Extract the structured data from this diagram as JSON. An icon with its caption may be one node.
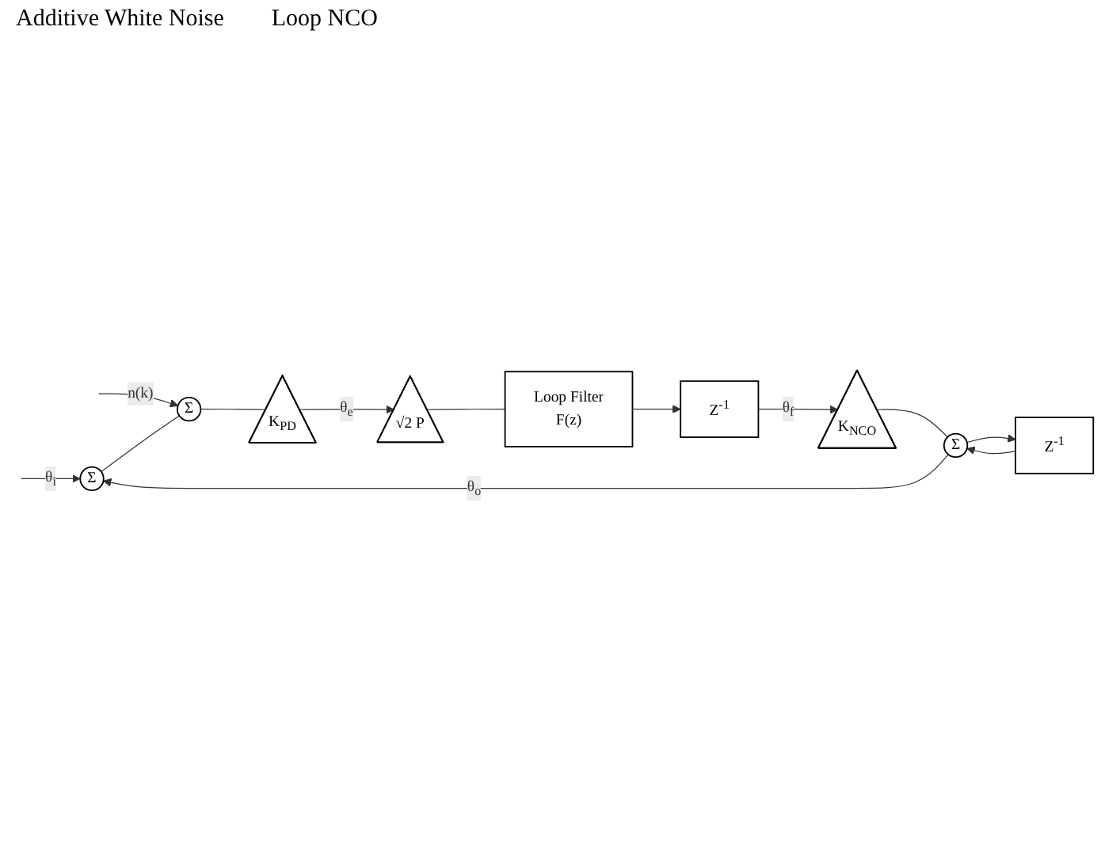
{
  "diagram": {
    "nodes": [
      {
        "text": [
          "Σ"
        ]
      },
      {
        "text": [
          "Σ"
        ]
      },
      {
        "text": [
          "K$_{PD}$"
        ]
      },
      {
        "text": [
          "√2 P"
        ]
      },
      {
        "text": [
          "Loop Filter",
          "F(z)"
        ]
      },
      {
        "text": [
          "Z$^{-1}$"
        ]
      },
      {
        "text": [
          "K$_{NCO}$"
        ]
      },
      {
        "text": [
          "Σ"
        ]
      },
      {
        "text": [
          "Z$^{-1}$"
        ]
      }
    ],
    "edges": [
      {
        "from": null,
        "to": 0,
        "arrow": "to",
        "label": "θ$_{i}$"
      },
      {
        "from": null,
        "to": 1,
        "arrow": "to",
        "label": "n(k)"
      },
      {
        "from": 0,
        "to": 1,
        "arrow": "none"
      },
      {
        "from": 1,
        "to": 2,
        "arrow": "none"
      },
      {
        "from": 2,
        "to": 3,
        "arrow": "to",
        "label": "θ$_{e}$"
      },
      {
        "from": 3,
        "to": 4,
        "arrow": "none"
      },
      {
        "from": 4,
        "to": 5,
        "arrow": "to"
      },
      {
        "from": 5,
        "to": 6,
        "arrow": "to",
        "label": "θ$_{f}$"
      },
      {
        "from": 6,
        "to": 7,
        "arrow": "none"
      },
      {
        "from": 7,
        "to": 0,
        "arrow": "to",
        "label": "θ$_{o}$"
      },
      {
        "from": 7,
        "to": 8,
        "arrow": "to"
      },
      {
        "from": 8,
        "to": 7,
        "arrow": "to"
      }
    ],
    "labels": [
      "Additive White Noise",
      "Loop NCO"
    ]
  }
}
